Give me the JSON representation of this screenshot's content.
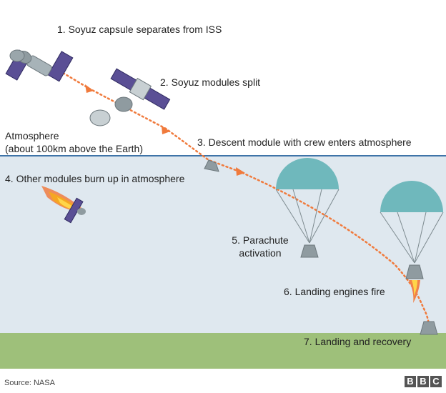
{
  "steps": {
    "s1": "1. Soyuz capsule separates from ISS",
    "s2": "2. Soyuz modules split",
    "s3": "3. Descent module with crew enters atmosphere",
    "s4": "4. Other modules burn up in atmosphere",
    "s5_line1": "5. Parachute",
    "s5_line2": "activation",
    "s6": "6. Landing engines fire",
    "s7": "7. Landing and recovery"
  },
  "atmosphere": {
    "line1": "Atmosphere",
    "line2": "(about 100km above the Earth)"
  },
  "footer": {
    "source": "Source: NASA",
    "logo": [
      "B",
      "B",
      "C"
    ]
  },
  "colors": {
    "sky": "#dfe8ef",
    "ground": "#9ec07a",
    "boundary": "#3f74a8",
    "trajectory": "#f07a3c",
    "parachute": "#6fb8bc",
    "capsule": "#8f9ba0",
    "solar_panel": "#5a4f95",
    "flame": "#f5a623"
  },
  "icons": [
    "iss-soyuz-icon",
    "soyuz-split-icon",
    "descent-capsule-icon",
    "burning-module-icon",
    "parachute-icon",
    "engine-flame-icon",
    "landed-capsule-icon"
  ]
}
